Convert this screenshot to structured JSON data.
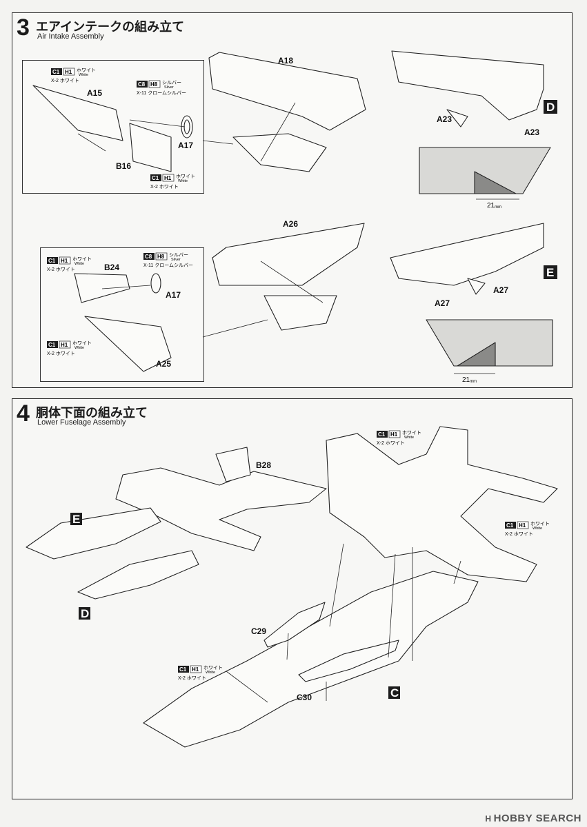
{
  "steps": [
    {
      "number": "3",
      "title_jp": "エアインテークの組み立て",
      "title_en": "Air Intake Assembly"
    },
    {
      "number": "4",
      "title_jp": "胴体下面の組み立て",
      "title_en": "Lower Fuselage Assembly"
    }
  ],
  "paints": {
    "white": {
      "code1": "C1",
      "code2": "H1",
      "jp": "ホワイト",
      "en": "White",
      "note": "X-2 ホワイト"
    },
    "silver": {
      "code1": "C8",
      "code2": "H8",
      "jp": "シルバー",
      "en": "Silver",
      "note": "X-11 クロームシルバー"
    }
  },
  "step3": {
    "parts_upper": [
      "A15",
      "A17",
      "B16",
      "A18",
      "A23",
      "A23"
    ],
    "parts_lower": [
      "B24",
      "A17",
      "A25",
      "A26",
      "A27",
      "A27"
    ],
    "markers": [
      "D",
      "E"
    ],
    "measure": {
      "value": "21",
      "unit": "mm"
    }
  },
  "step4": {
    "parts": [
      "B28",
      "C29",
      "C30"
    ],
    "markers": [
      "E",
      "D",
      "C"
    ]
  },
  "colors": {
    "line": "#222222",
    "paper": "#f7f7f5",
    "dark": "#1d1d1d",
    "gray_fill": "#d9d9d6"
  },
  "watermark": {
    "logo": "H",
    "text": "HOBBY SEARCH"
  }
}
